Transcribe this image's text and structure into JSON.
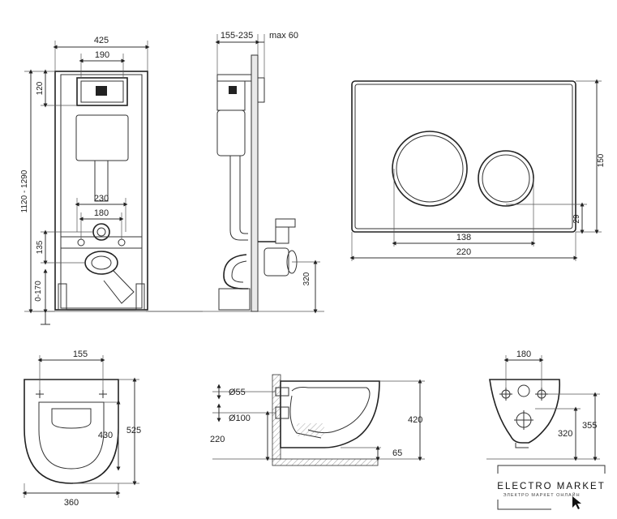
{
  "front_view": {
    "width": "425",
    "tank_width": "190",
    "top_offset": "120",
    "height_range": "1120 - 1290",
    "flush_pipe_spacing": "230",
    "bolt_spacing": "180",
    "outlet_height": "135",
    "leg_adjust": "0-170"
  },
  "side_view": {
    "depth_range": "155-235",
    "panel_max": "max 60",
    "outlet_height": "320"
  },
  "flush_plate": {
    "height": "150",
    "button_offset": "29",
    "button_spacing": "138",
    "width": "220"
  },
  "bowl_top": {
    "bolt_spacing": "155",
    "length": "525",
    "seat_length": "430",
    "width": "360"
  },
  "bowl_section": {
    "inlet_diameter": "Ø55",
    "outlet_diameter": "Ø100",
    "height": "420",
    "floor_offset": "220",
    "outlet_to_wall": "65"
  },
  "bowl_back": {
    "bolt_spacing": "180",
    "inlet_height": "355",
    "outlet_height": "320"
  },
  "logo": {
    "name": "ELECTRO MARKET",
    "tagline": "ЭЛЕКТРО МАРКЕТ ОНЛАЙН"
  }
}
